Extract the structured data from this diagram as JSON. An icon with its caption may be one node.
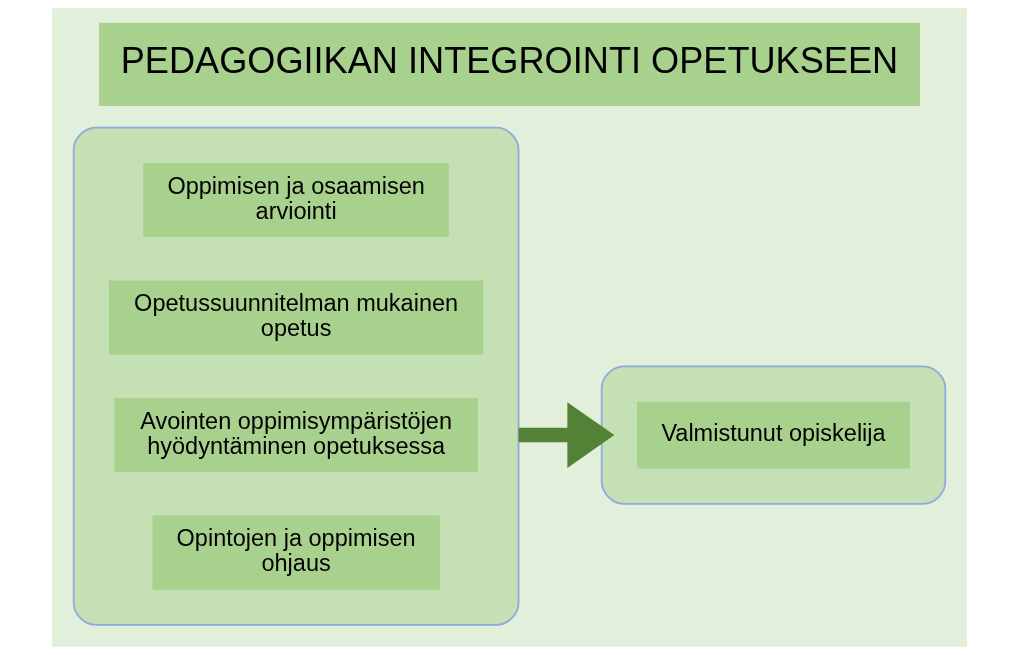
{
  "diagram": {
    "title": "PEDAGOGIIKAN INTEGROINTI OPETUKSEEN",
    "nodes": [
      {
        "text": [],
        "shape": "ellipse"
      },
      {
        "text": [
          "Oppimisen ja osaamisen arviointi"
        ],
        "in": 0
      },
      {
        "text": [
          "Opetussuunnitelman mukainen opetus"
        ],
        "in": 0
      },
      {
        "text": [
          "Avointen oppimisympäristöjen hyödyntäminen opetuksessa"
        ],
        "in": 0
      },
      {
        "text": [
          "Opintojen ja oppimisen ohjaus"
        ],
        "in": 0
      },
      {
        "text": [],
        "shape": "ellipse"
      },
      {
        "text": [
          "Valmistunut opiskelija"
        ],
        "in": 5
      }
    ],
    "edges": [
      {
        "from": 0,
        "to": 5,
        "arrow": "to",
        "color": "#538135"
      }
    ]
  }
}
